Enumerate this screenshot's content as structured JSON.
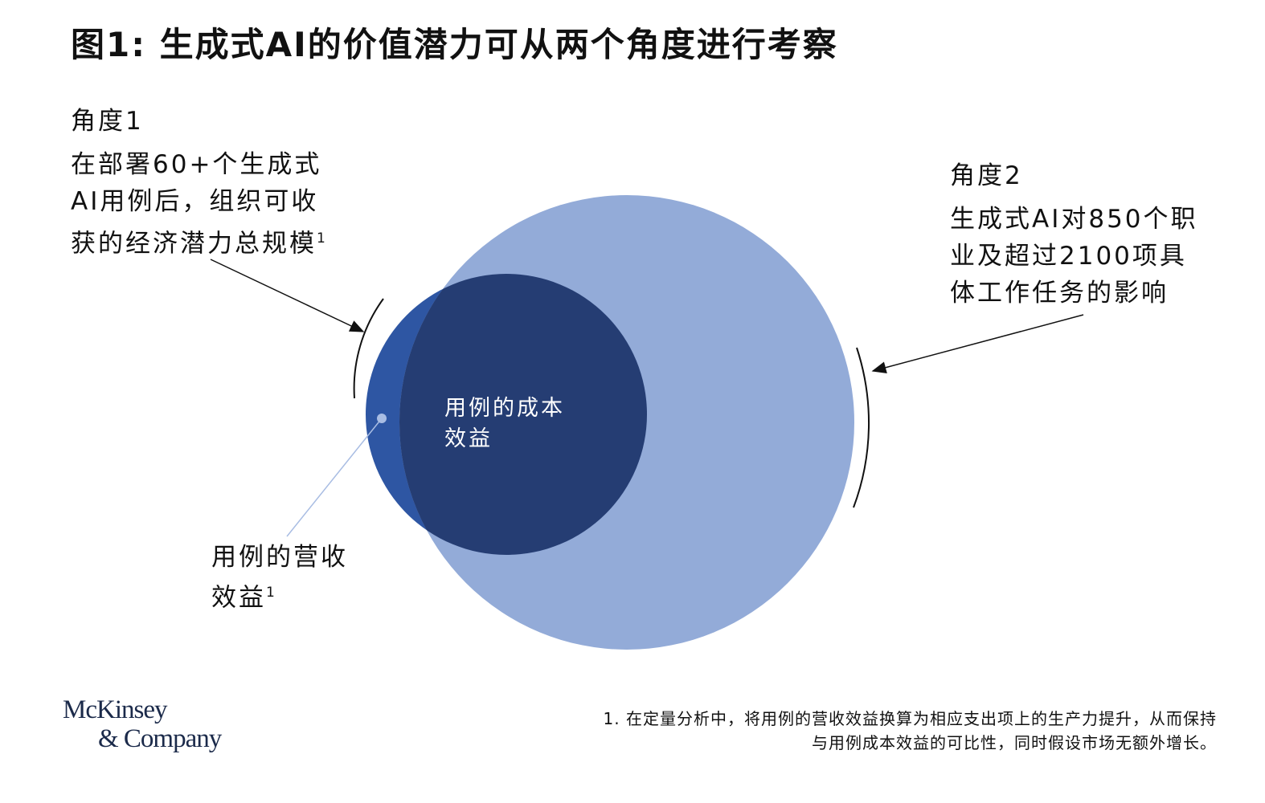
{
  "title": "图1: 生成式AI的价值潜力可从两个角度进行考察",
  "perspective1": {
    "heading": "角度1",
    "lines": [
      "在部署60+个生成式",
      "AI用例后，组织可收",
      "获的经济潜力总规模"
    ],
    "footnote_ref": "1"
  },
  "perspective2": {
    "heading": "角度2",
    "lines": [
      "生成式AI对850个职",
      "业及超过2100项具",
      "体工作任务的影响"
    ]
  },
  "inner_label": {
    "lines": [
      "用例的成本",
      "效益"
    ]
  },
  "revenue_label": {
    "lines": [
      "用例的营收",
      "效益"
    ],
    "footnote_ref": "1"
  },
  "footnote": {
    "lines": [
      "1. 在定量分析中，将用例的营收效益换算为相应支出项上的生产力提升，从而保持",
      "与用例成本效益的可比性，同时假设市场无额外增长。"
    ]
  },
  "logo": {
    "line1": "McKinsey",
    "line2": "& Company"
  },
  "colors": {
    "light": "#93abd8",
    "medium": "#2e56a3",
    "dark": "#253d73"
  }
}
